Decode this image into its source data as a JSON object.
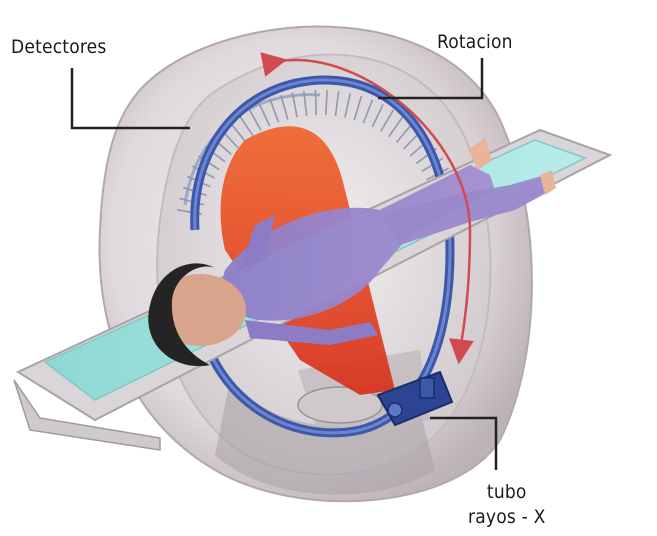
{
  "labels": {
    "detectores": "Detectores",
    "rotacion": "Rotacion",
    "tubo_line1": "tubo",
    "tubo_line2": "rayos - X"
  },
  "colors": {
    "gantry": "#e2dcdf",
    "gantry_shadow": "#b9b1b6",
    "ring": "#3d58a8",
    "beam": "#e0401c",
    "table": "#9fe0dc",
    "table_frame": "#d9d5d8",
    "patient": "#8a78c2",
    "hair": "#242424",
    "rotation_arrow": "#d04a50",
    "leader_line": "#222222"
  },
  "icons": [
    "rotation-arrow-icon",
    "xray-tube-icon"
  ]
}
